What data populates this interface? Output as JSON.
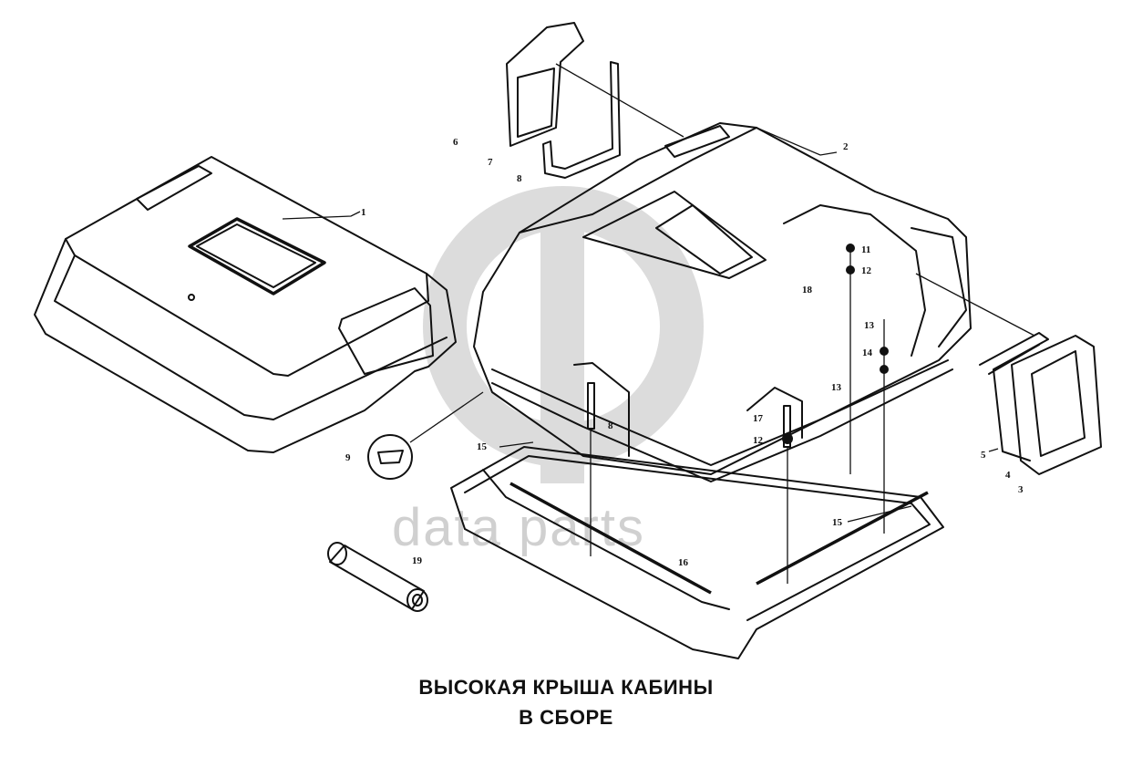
{
  "caption": {
    "line1": "ВЫСОКАЯ КРЫША КАБИНЫ",
    "line2": "В СБОРЕ"
  },
  "watermark": {
    "text": "data parts",
    "color": "#d0d0d0"
  },
  "callouts": {
    "c1": "1",
    "c2": "2",
    "c3": "3",
    "c4": "4",
    "c5": "5",
    "c6": "6",
    "c7": "7",
    "c8a": "8",
    "c8b": "8",
    "c9": "9",
    "c11": "11",
    "c12a": "12",
    "c12b": "12",
    "c13a": "13",
    "c13b": "13",
    "c14": "14",
    "c15a": "15",
    "c15b": "15",
    "c16": "16",
    "c17": "17",
    "c18": "18",
    "c19": "19"
  }
}
